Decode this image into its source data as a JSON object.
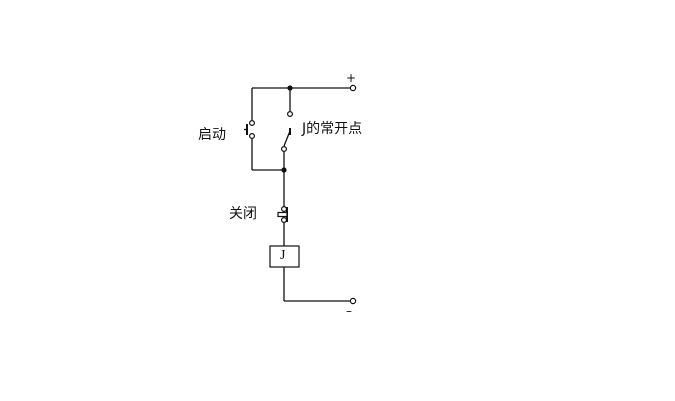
{
  "diagram": {
    "type": "relay self-latching control circuit",
    "terminals": {
      "positive": "+",
      "negative": "–"
    },
    "labels": {
      "start_button": "启动",
      "relay_contact": "J的常开点",
      "stop_button": "关闭",
      "relay_coil": "J"
    },
    "colors": {
      "line": "#111111",
      "background": "#ffffff"
    }
  }
}
